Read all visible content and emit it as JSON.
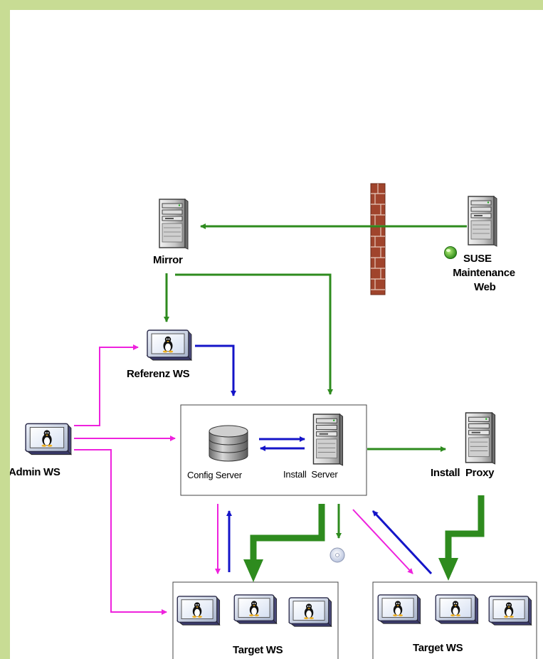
{
  "nodes": {
    "mirror": "Mirror",
    "suse_line1": "SUSE",
    "suse_line2": "Maintenance",
    "suse_line3": "Web",
    "referenz_ws": "Referenz WS",
    "admin_ws": "Admin WS",
    "config_server": "Config Server",
    "install_server": "Install  Server",
    "install_proxy": "Install  Proxy",
    "target_ws_left": "Target WS",
    "target_ws_right": "Target WS"
  },
  "colors": {
    "frame": "#c8dc94",
    "green_arrow": "#2e8b1e",
    "blue_arrow": "#1414c8",
    "magenta_arrow": "#ee22dd",
    "firewall": "#a0442c"
  },
  "icons": [
    "server-icon",
    "linux-workstation-icon",
    "database-icon",
    "firewall-icon",
    "suse-logo-icon",
    "cd-icon"
  ]
}
